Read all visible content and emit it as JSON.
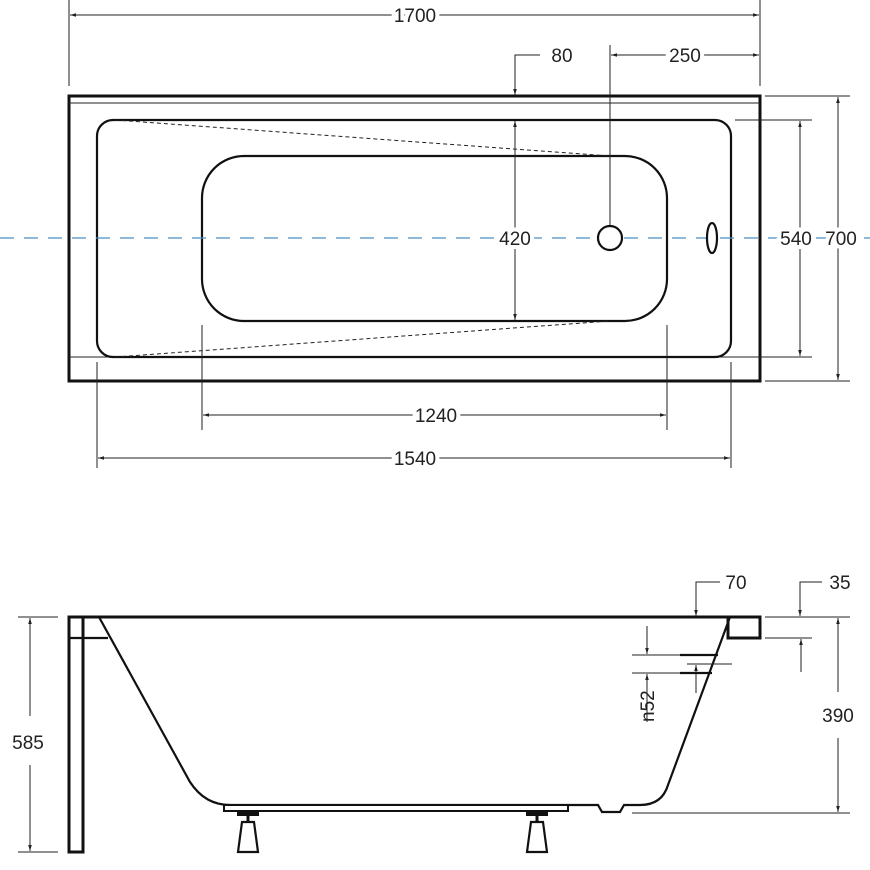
{
  "title": "Bathtub technical drawing",
  "top_view": {
    "overall_length": "1700",
    "overflow_offset": "80",
    "drain_offset": "250",
    "basin_width": "420",
    "inner_width": "540",
    "overall_width": "700",
    "basin_length": "1240",
    "inner_length": "1540"
  },
  "side_view": {
    "total_height": "585",
    "rim_offset": "70",
    "rim_thickness": "35",
    "tub_depth": "390",
    "overflow_height": "n52"
  },
  "colors": {
    "centerline": "#4a8fc4",
    "lines": "#111111"
  }
}
